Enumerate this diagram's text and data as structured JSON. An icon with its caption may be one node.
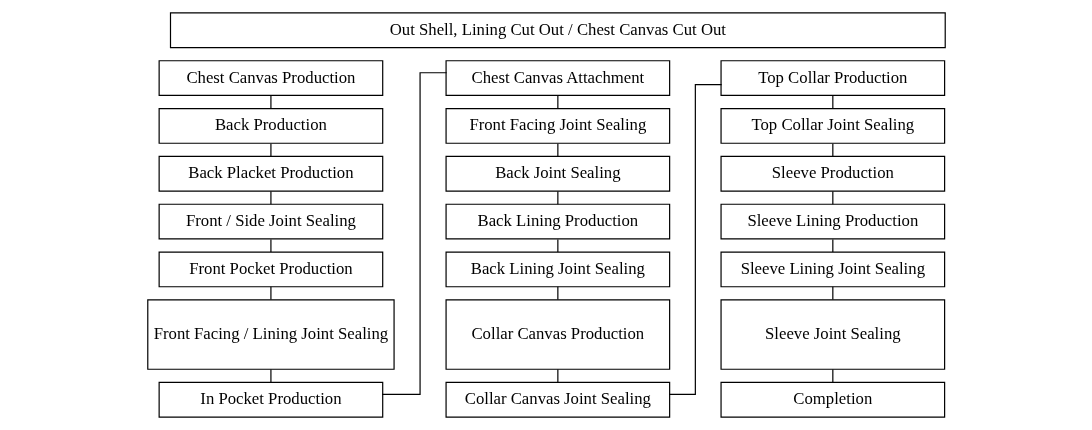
{
  "diagram": {
    "nodes": [
      {
        "text": [
          "Out Shell, Lining Cut Out / Chest Canvas Cut Out"
        ]
      },
      {
        "text": [
          "Chest Canvas Production"
        ]
      },
      {
        "text": [
          "Back Production"
        ]
      },
      {
        "text": [
          "Back Placket Production"
        ]
      },
      {
        "text": [
          "Front / Side Joint Sealing"
        ]
      },
      {
        "text": [
          "Front Pocket Production"
        ]
      },
      {
        "text": [
          "Front Facing / Lining Joint Sealing"
        ]
      },
      {
        "text": [
          "In Pocket Production"
        ]
      },
      {
        "text": [
          "Chest Canvas Attachment"
        ]
      },
      {
        "text": [
          "Front Facing Joint Sealing"
        ]
      },
      {
        "text": [
          "Back Joint Sealing"
        ]
      },
      {
        "text": [
          "Back Lining Production"
        ]
      },
      {
        "text": [
          "Back Lining Joint Sealing"
        ]
      },
      {
        "text": [
          "Collar Canvas Production"
        ]
      },
      {
        "text": [
          "Collar Canvas Joint Sealing"
        ]
      },
      {
        "text": [
          "Top Collar Production"
        ]
      },
      {
        "text": [
          "Top Collar Joint Sealing"
        ]
      },
      {
        "text": [
          "Sleeve Production"
        ]
      },
      {
        "text": [
          "Sleeve Lining Production"
        ]
      },
      {
        "text": [
          "Sleeve Lining Joint Sealing"
        ]
      },
      {
        "text": [
          "Sleeve Joint Sealing"
        ]
      },
      {
        "text": [
          "Completion"
        ]
      }
    ],
    "edges": [
      {
        "from": 1,
        "to": 2,
        "arrow": "none"
      },
      {
        "from": 2,
        "to": 3,
        "arrow": "none"
      },
      {
        "from": 3,
        "to": 4,
        "arrow": "none"
      },
      {
        "from": 4,
        "to": 5,
        "arrow": "none"
      },
      {
        "from": 5,
        "to": 6,
        "arrow": "none"
      },
      {
        "from": 6,
        "to": 7,
        "arrow": "none"
      },
      {
        "from": 7,
        "to": 8,
        "arrow": "none"
      },
      {
        "from": 8,
        "to": 9,
        "arrow": "none"
      },
      {
        "from": 9,
        "to": 10,
        "arrow": "none"
      },
      {
        "from": 10,
        "to": 11,
        "arrow": "none"
      },
      {
        "from": 11,
        "to": 12,
        "arrow": "none"
      },
      {
        "from": 12,
        "to": 13,
        "arrow": "none"
      },
      {
        "from": 13,
        "to": 14,
        "arrow": "none"
      },
      {
        "from": 14,
        "to": 15,
        "arrow": "none"
      },
      {
        "from": 15,
        "to": 16,
        "arrow": "none"
      },
      {
        "from": 16,
        "to": 17,
        "arrow": "none"
      },
      {
        "from": 17,
        "to": 18,
        "arrow": "none"
      },
      {
        "from": 18,
        "to": 19,
        "arrow": "none"
      },
      {
        "from": 19,
        "to": 20,
        "arrow": "none"
      },
      {
        "from": 20,
        "to": 21,
        "arrow": "none"
      }
    ]
  }
}
